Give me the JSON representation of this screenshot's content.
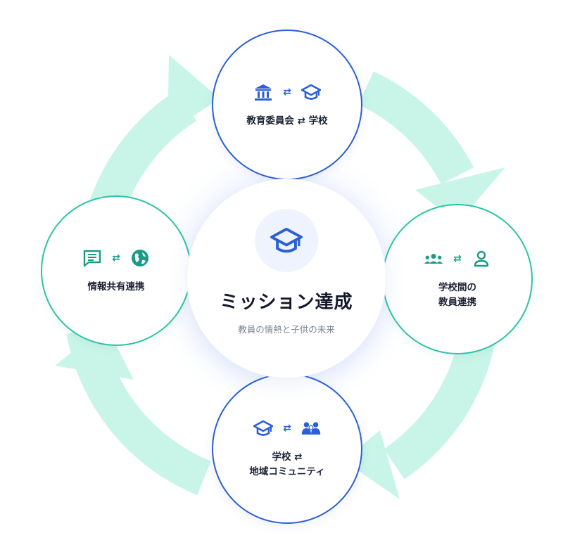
{
  "center": {
    "title": "ミッション達成",
    "subtitle": "教員の情熱と子供の未来",
    "icon": "graduation-cap-icon"
  },
  "nodes": [
    {
      "id": "top",
      "label_lines": [
        "教育委員会 ⇄ 学校"
      ],
      "icons": [
        "institution-icon",
        "graduation-cap-icon"
      ],
      "color": "#2a5fd6"
    },
    {
      "id": "right",
      "label_lines": [
        "学校間の",
        "教員連携"
      ],
      "icons": [
        "group-icon",
        "person-icon"
      ],
      "color": "#2fc3a6"
    },
    {
      "id": "bottom",
      "label_lines": [
        "学校 ⇄",
        "地域コミュニティ"
      ],
      "icons": [
        "graduation-cap-icon",
        "community-icon"
      ],
      "color": "#2a5fd6"
    },
    {
      "id": "left",
      "label_lines": [
        "情報共有連携"
      ],
      "icons": [
        "message-icon",
        "globe-icon"
      ],
      "color": "#2fc3a6"
    }
  ],
  "exchange_symbol": "⇄",
  "colors": {
    "primary_blue": "#2a5fd6",
    "teal": "#2fc3a6",
    "cycle_arrow": "#c9f5e8",
    "center_glow": "#eef3fd"
  }
}
